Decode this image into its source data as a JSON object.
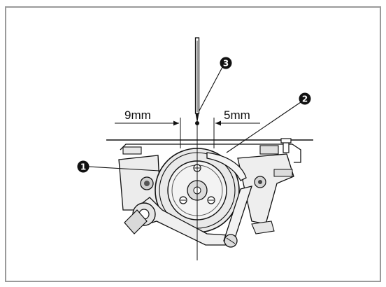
{
  "dimensions": {
    "left_label": "9mm",
    "right_label": "5mm"
  },
  "callouts": [
    "1",
    "2",
    "3"
  ],
  "colors": {
    "background": "#ffffff",
    "border": "#9a9a9a",
    "ink": "#111111",
    "metal_light": "#e9e9e9",
    "metal_mid": "#cfcfcf",
    "metal_dark": "#6a6a6a"
  }
}
